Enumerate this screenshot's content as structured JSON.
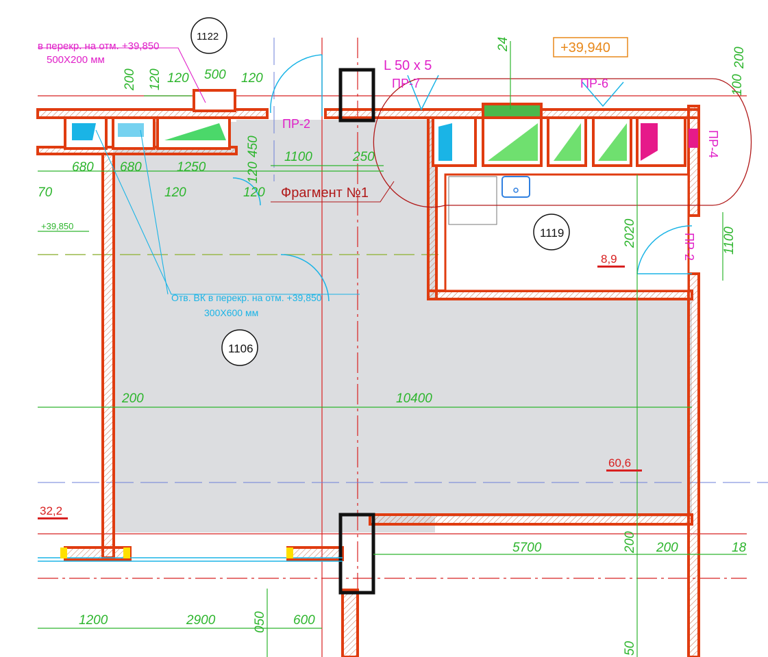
{
  "annotations": {
    "note_top_line1": "в перекр. на отм. +39,850",
    "note_top_line2": "500Х200 мм",
    "note_vk_line1": "Отв. ВК в перекр. на отм. +39,850",
    "note_vk_line2": "300Х600 мм",
    "elev_39940": "+39,940",
    "elev_39850": "+39,850",
    "angle_profile": "L 50 x 5",
    "fragment_label": "Фрагмент №1",
    "room_tag_partial": "1122"
  },
  "openings": {
    "pr2_left": "ПР-2",
    "pr7": "ПР-7",
    "pr6": "ПР-6",
    "pr4": "ПР-4",
    "pr2_right": "ПР-2"
  },
  "rooms": {
    "r1106": {
      "number": "1106",
      "area": "60,6"
    },
    "r1119": {
      "number": "1119",
      "area": "8,9"
    },
    "left_area": "32,2"
  },
  "dims": {
    "d200_top": "200",
    "d120a": "120",
    "d500": "500",
    "d120b": "120",
    "d120c": "120",
    "d450": "450",
    "d680a": "680",
    "d680b": "680",
    "d1250": "1250",
    "d120d": "120",
    "d120e": "120",
    "d120f": "120",
    "d1100": "1100",
    "d250": "250",
    "d24": "24",
    "d70": "70",
    "d200_mid": "200",
    "d10400": "10400",
    "d2020": "2020",
    "d1100_r": "1100",
    "d100_r": "100",
    "d200_r_top": "200",
    "d5700": "5700",
    "d200_b": "200",
    "d200_c": "200",
    "d18": "18",
    "d1200": "1200",
    "d2900": "2900",
    "d050": "050",
    "d600": "600",
    "d50": "50"
  },
  "colors": {
    "wall": "#e03c10",
    "floor": "#dcdde0",
    "dimension": "#2db52d",
    "axis": "#d82020",
    "annotation_magenta": "#e020c8",
    "annotation_cyan": "#1ab4e6",
    "leader_red": "#b01818",
    "elevation_orange": "#e8881a"
  }
}
